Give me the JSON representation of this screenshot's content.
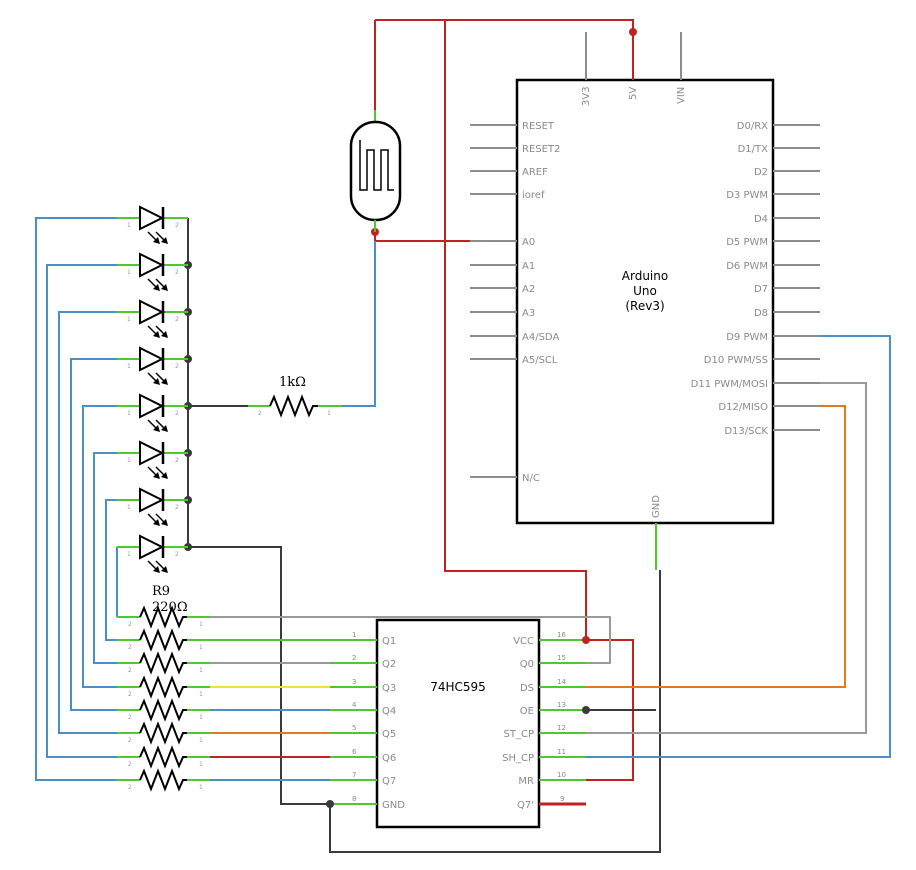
{
  "arduino": {
    "name": "Arduino",
    "model": "Uno",
    "rev": "(Rev3)",
    "top_pins": [
      "3V3",
      "5V",
      "VIN"
    ],
    "left_pins": [
      "RESET",
      "RESET2",
      "AREF",
      "ioref",
      "A0",
      "A1",
      "A2",
      "A3",
      "A4/SDA",
      "A5/SCL",
      "N/C"
    ],
    "right_pins": [
      "D0/RX",
      "D1/TX",
      "D2",
      "D3 PWM",
      "D4",
      "D5 PWM",
      "D6 PWM",
      "D7",
      "D8",
      "D9 PWM",
      "D10 PWM/SS",
      "D11 PWM/MOSI",
      "D12/MISO",
      "D13/SCK"
    ],
    "bottom_pin": "GND"
  },
  "shift_register": {
    "name": "74HC595",
    "left_pins": [
      {
        "num": "1",
        "label": "Q1"
      },
      {
        "num": "2",
        "label": "Q2"
      },
      {
        "num": "3",
        "label": "Q3"
      },
      {
        "num": "4",
        "label": "Q4"
      },
      {
        "num": "5",
        "label": "Q5"
      },
      {
        "num": "6",
        "label": "Q6"
      },
      {
        "num": "7",
        "label": "Q7"
      },
      {
        "num": "8",
        "label": "GND"
      }
    ],
    "right_pins": [
      {
        "num": "16",
        "label": "VCC"
      },
      {
        "num": "15",
        "label": "Q0"
      },
      {
        "num": "14",
        "label": "DS"
      },
      {
        "num": "13",
        "label": "OE"
      },
      {
        "num": "12",
        "label": "ST_CP"
      },
      {
        "num": "11",
        "label": "SH_CP"
      },
      {
        "num": "10",
        "label": "MR"
      },
      {
        "num": "9",
        "label": "Q7'"
      }
    ]
  },
  "resistor_1k": {
    "label": "1kΩ",
    "pin_a": "2",
    "pin_b": "1"
  },
  "resistor_bank": {
    "ref": "R9",
    "value": "220Ω",
    "pin_a": "2",
    "pin_b": "1"
  },
  "led_pins": {
    "anode": "1",
    "cathode": "2"
  },
  "colors": {
    "red": "#c0221f",
    "blue": "#4a8fc8",
    "green": "#4cc92c",
    "gray": "#9a9a9a",
    "dark": "#3a3a3a",
    "orange": "#e07a1c",
    "yellow": "#f2e32b",
    "pin_gray": "#8c8c8c"
  }
}
